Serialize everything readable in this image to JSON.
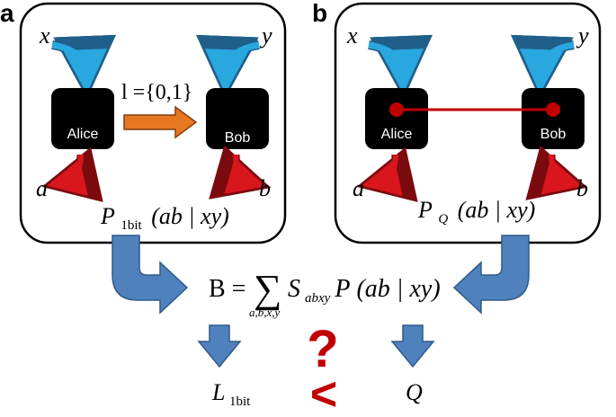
{
  "panel_a": {
    "letter": "a",
    "input_x": "x",
    "input_y": "y",
    "alice_label": "Alice",
    "bob_label": "Bob",
    "channel_label": "l ={0,1}",
    "output_a": "a",
    "output_b": "b",
    "prob_symbol": "P",
    "prob_subscript": "1bit",
    "prob_args": "(ab | xy)"
  },
  "panel_b": {
    "letter": "b",
    "input_x": "x",
    "input_y": "y",
    "alice_label": "Alice",
    "bob_label": "Bob",
    "output_a": "a",
    "output_b": "b",
    "prob_symbol": "P",
    "prob_subscript": "Q",
    "prob_args": "(ab | xy)"
  },
  "bell": {
    "lhs": "B =",
    "sum_symbol": "∑",
    "sum_index": "a,b,x,y",
    "coef": "S",
    "coef_subscript": "abxy",
    "prob_symbol": "P",
    "prob_args": "(ab | xy)"
  },
  "bottom": {
    "classical_symbol": "L",
    "classical_subscript": "1bit",
    "question": "?",
    "inequality": "<",
    "quantum_symbol": "Q"
  },
  "colors": {
    "input_arrow": "#29a8e0",
    "output_arrow": "#d9161c",
    "classical_channel": "#e87722",
    "entanglement": "#c00000",
    "flow_arrow": "#4f81bd",
    "question": "#c00000",
    "box": "#000000"
  }
}
